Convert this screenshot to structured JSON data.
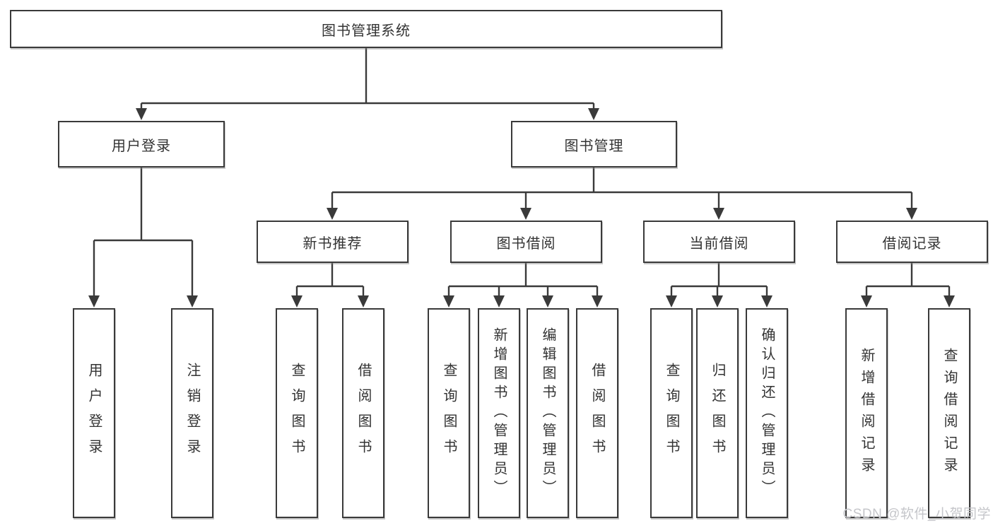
{
  "diagram": {
    "root": {
      "label": "图书管理系统"
    },
    "level2": [
      {
        "id": "user-login",
        "label": "用户登录"
      },
      {
        "id": "book-management",
        "label": "图书管理"
      }
    ],
    "level3": [
      {
        "id": "new-book-recommend",
        "label": "新书推荐"
      },
      {
        "id": "book-borrow",
        "label": "图书借阅"
      },
      {
        "id": "current-borrow",
        "label": "当前借阅"
      },
      {
        "id": "borrow-records",
        "label": "借阅记录"
      }
    ],
    "leaves": {
      "login": [
        "用户登录",
        "注销登录"
      ],
      "newbook": [
        "查询图书",
        "借阅图书"
      ],
      "borrow": [
        "查询图书",
        "新增图书（管理员）",
        "编辑图书（管理员）",
        "借阅图书"
      ],
      "current": [
        "查询图书",
        "归还图书",
        "确认归还（管理员）"
      ],
      "records": [
        "新增借阅记录",
        "查询借阅记录"
      ]
    }
  },
  "watermark": {
    "text": "CSDN @软件_小贺同学"
  },
  "colors": {
    "line": "#3a3a3a",
    "box_border": "#3a3a3a",
    "text": "#333333",
    "watermark": "#c5c6ca",
    "background": "#ffffff"
  }
}
